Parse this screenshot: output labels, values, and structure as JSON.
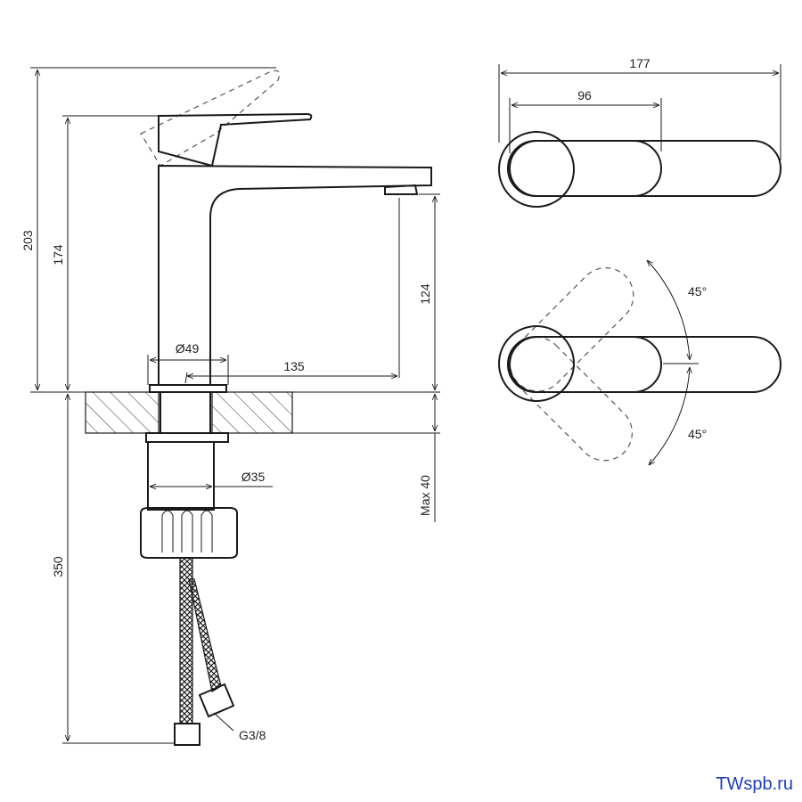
{
  "dimensions": {
    "total_height": "203",
    "body_height": "174",
    "spout_clearance": "124",
    "spout_reach": "135",
    "base_diameter": "Ø49",
    "shank_diameter": "Ø35",
    "max_counter": "Max 40",
    "hose_length": "350",
    "thread": "G3/8",
    "top_length": "177",
    "top_handle": "96",
    "angle_upper": "45°",
    "angle_lower": "45°"
  },
  "watermark": "TWspb.ru"
}
